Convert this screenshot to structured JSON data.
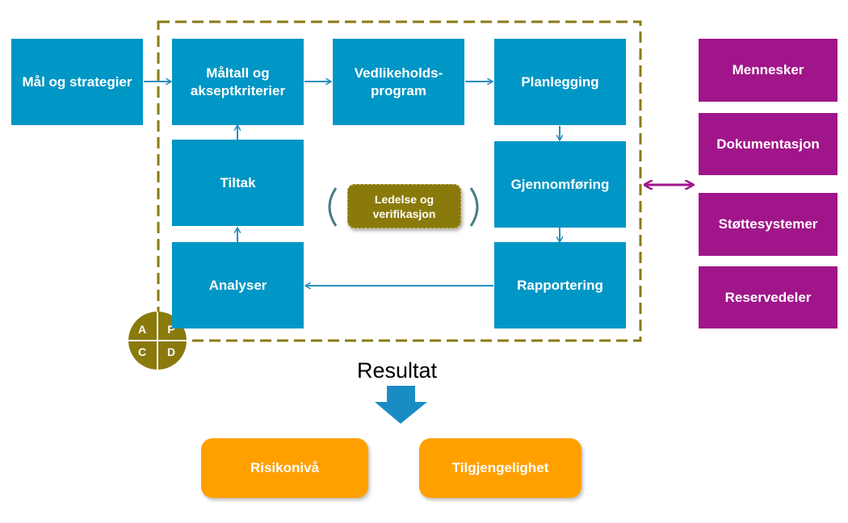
{
  "left_box": {
    "text": "Mål og strategier"
  },
  "process": {
    "maltall": "Måltall og akseptkriterier",
    "vedlikehold": "Vedlikeholds-program",
    "planlegging": "Planlegging",
    "gjennomforing": "Gjennomføring",
    "rapportering": "Rapportering",
    "analyser": "Analyser",
    "tiltak": "Tiltak"
  },
  "center_label": "Ledelse og verifikasjon",
  "pdca": {
    "a": "A",
    "p": "P",
    "c": "C",
    "d": "D"
  },
  "resources": [
    "Mennesker",
    "Dokumentasjon",
    "Støttesystemer",
    "Reservedeler"
  ],
  "result_label": "Resultat",
  "outcomes": [
    "Risikonivå",
    "Tilgjengelighet"
  ],
  "colors": {
    "process_blue": "#0096c5",
    "resource_purple": "#a0168a",
    "outcome_orange": "#ffa000",
    "pdca_olive": "#8a7a0c",
    "dashed_border": "#8b7a14"
  }
}
